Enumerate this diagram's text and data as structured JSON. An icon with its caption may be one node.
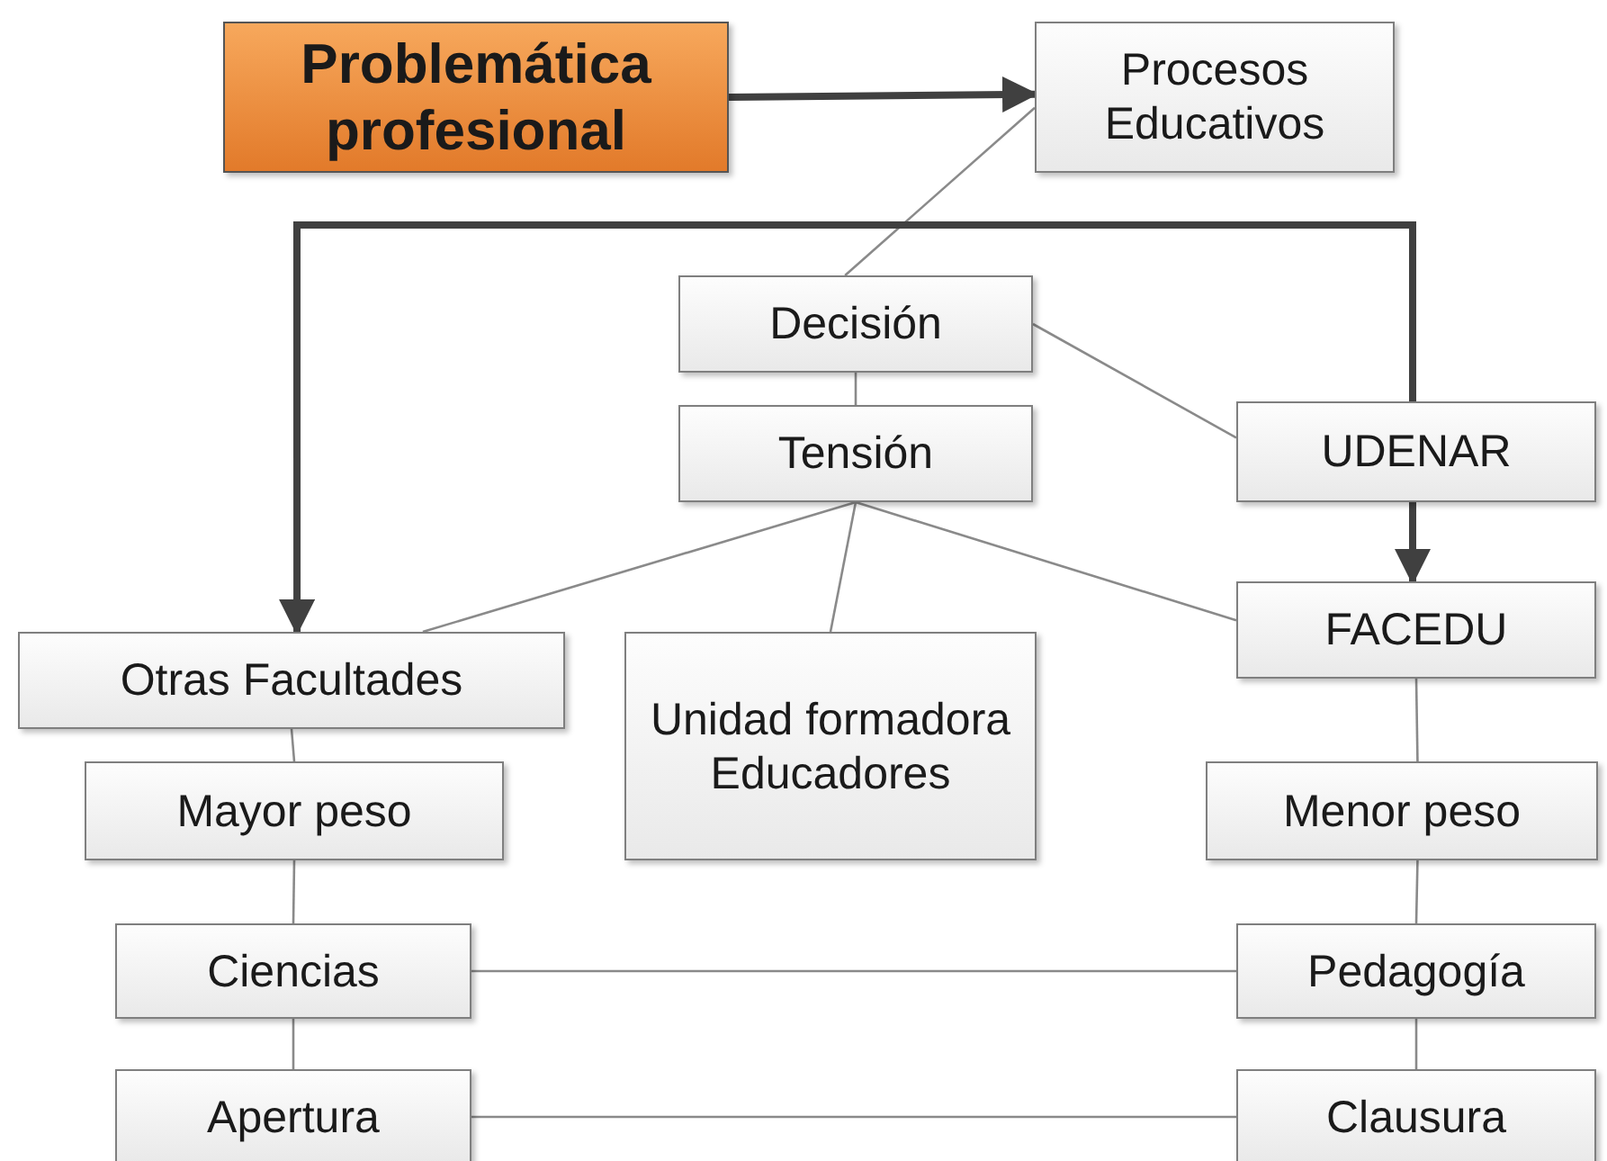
{
  "diagram": {
    "nodes": [
      {
        "text": [
          "Problemática profesional"
        ]
      },
      {
        "text": [
          "Procesos Educativos"
        ]
      },
      {
        "text": [
          "Decisión"
        ]
      },
      {
        "text": [
          "Tensión"
        ]
      },
      {
        "text": [
          "UDENAR"
        ]
      },
      {
        "text": [
          "Otras Facultades"
        ]
      },
      {
        "text": [
          "Unidad formadora Educadores"
        ]
      },
      {
        "text": [
          "FACEDU"
        ]
      },
      {
        "text": [
          "Mayor peso"
        ]
      },
      {
        "text": [
          "Menor peso"
        ]
      },
      {
        "text": [
          "Ciencias"
        ]
      },
      {
        "text": [
          "Pedagogía"
        ]
      },
      {
        "text": [
          "Apertura"
        ]
      },
      {
        "text": [
          "Clausura"
        ]
      }
    ],
    "edges": [
      {
        "from": 0,
        "to": 1,
        "arrow": "to",
        "style": "thick",
        "color": "#404040"
      },
      {
        "from": 1,
        "to": 2,
        "arrow": "none"
      },
      {
        "from": 2,
        "to": 3,
        "arrow": "none"
      },
      {
        "from": 2,
        "to": 4,
        "arrow": "none"
      },
      {
        "from": 4,
        "to": 5,
        "arrow": "to",
        "style": "thick",
        "color": "#404040"
      },
      {
        "from": 4,
        "to": 7,
        "arrow": "to",
        "style": "thick",
        "color": "#404040"
      },
      {
        "from": 3,
        "to": 5,
        "arrow": "none"
      },
      {
        "from": 3,
        "to": 6,
        "arrow": "none"
      },
      {
        "from": 3,
        "to": 7,
        "arrow": "none"
      },
      {
        "from": 5,
        "to": 8,
        "arrow": "none"
      },
      {
        "from": 8,
        "to": 10,
        "arrow": "none"
      },
      {
        "from": 10,
        "to": 12,
        "arrow": "none"
      },
      {
        "from": 7,
        "to": 9,
        "arrow": "none"
      },
      {
        "from": 9,
        "to": 11,
        "arrow": "none"
      },
      {
        "from": 11,
        "to": 13,
        "arrow": "none"
      },
      {
        "from": 10,
        "to": 11,
        "arrow": "none"
      },
      {
        "from": 12,
        "to": 13,
        "arrow": "none"
      }
    ]
  }
}
